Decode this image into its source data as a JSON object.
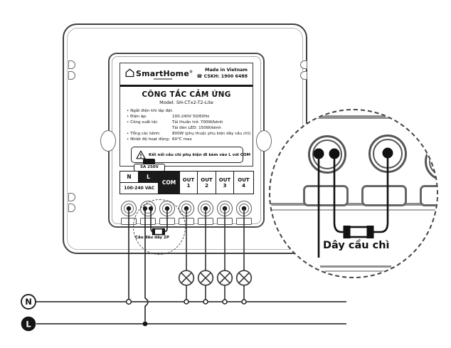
{
  "device_label": {
    "brand": "SmartHome",
    "brand_reg": "®",
    "made_in": "Made in Vietnam",
    "hotline": "CSKH: 1900 6488",
    "title": "CÔNG TẮC CẢM ỨNG",
    "model": "Model: SH-CTx2-T2-Lite",
    "specs": [
      {
        "label": "Ngắt điện khi lắp đặt.",
        "value": ""
      },
      {
        "label": "Điện áp:",
        "value": "100-240V 50/60Hz"
      },
      {
        "label": "Công suất tải:",
        "value": "Tải thuần trở: 700W/kênh"
      },
      {
        "label": "",
        "value": "Tải đèn LED: 150W/kênh"
      },
      {
        "label": "Tổng các kênh:",
        "value": "800W (phụ thuộc phụ kiện dây cầu chì)"
      },
      {
        "label": "Nhiệt độ hoạt động:",
        "value": "60°C max"
      }
    ],
    "warning": "Kết nối cầu chì phụ kiện đi kèm vào L với COM"
  },
  "terminal_strip": {
    "n": "N",
    "l": "L",
    "com": "COM",
    "vac": "100-240 VAC",
    "outs": [
      [
        "OUT",
        "1"
      ],
      [
        "OUT",
        "2"
      ],
      [
        "OUT",
        "3"
      ],
      [
        "OUT",
        "4"
      ]
    ],
    "fuse_rating": "5A 250V"
  },
  "annotations": {
    "jumper": "Cầu đấu dây 2P",
    "magnifier_label": "Dây cầu chì"
  },
  "bus": {
    "neutral": "N",
    "live": "L"
  },
  "icons": [
    "house-icon",
    "phone-icon",
    "warning-triangle-icon",
    "fuse-icon",
    "lamp-icon"
  ],
  "colors": {
    "line": "#1a1a1a",
    "gray_detail": "#8f8f8f",
    "terminal_black": "#1b1b1b"
  }
}
